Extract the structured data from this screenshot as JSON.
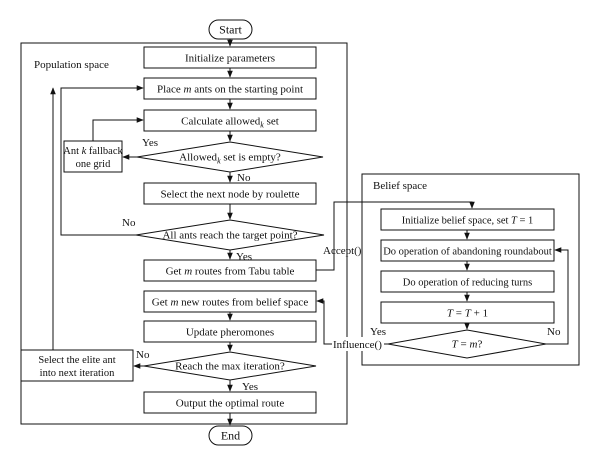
{
  "terminals": {
    "start": "Start",
    "end": "End"
  },
  "regions": {
    "population": "Population space",
    "belief": "Belief space"
  },
  "population_steps": {
    "init_params": "Initialize parameters",
    "place_ants": {
      "pre": "Place ",
      "var": "m",
      "post": " ants on the starting point"
    },
    "calc_allowed": {
      "pre": "Calculate allowed",
      "sub": "k",
      "post": " set"
    },
    "is_empty": {
      "pre": "Allowed",
      "sub": "k",
      "post": " set is empty?"
    },
    "fallback": {
      "line1_pre": "Ant ",
      "line1_var": "k",
      "line1_post": " fallback",
      "line2": "one grid"
    },
    "select_next": "Select the next node by roulette",
    "all_reach": "All ants reach the target point?",
    "get_routes": {
      "pre": "Get ",
      "var": "m",
      "post": " routes from Tabu table"
    },
    "get_new_routes": {
      "pre": "Get ",
      "var": "m",
      "post": " new routes from belief space"
    },
    "update_pher": "Update pheromones",
    "max_iter": "Reach the max iteration?",
    "elite": {
      "line1": "Select the elite ant",
      "line2": "into next iteration"
    },
    "output": "Output the optimal route"
  },
  "belief_steps": {
    "init_belief": {
      "pre": "Initialize belief space, set ",
      "var": "T",
      "post": " = 1"
    },
    "abandon": "Do operation of abandoning roundabout",
    "reduce": "Do operation of reducing turns",
    "increment": {
      "var1": "T",
      "mid": " = ",
      "var2": "T",
      "post": " + 1"
    },
    "condition": {
      "var1": "T",
      "mid": " = ",
      "var2": "m",
      "post": "?"
    }
  },
  "connectors": {
    "yes": "Yes",
    "no": "No",
    "accept": "Accept()",
    "influence": "Influence()"
  }
}
